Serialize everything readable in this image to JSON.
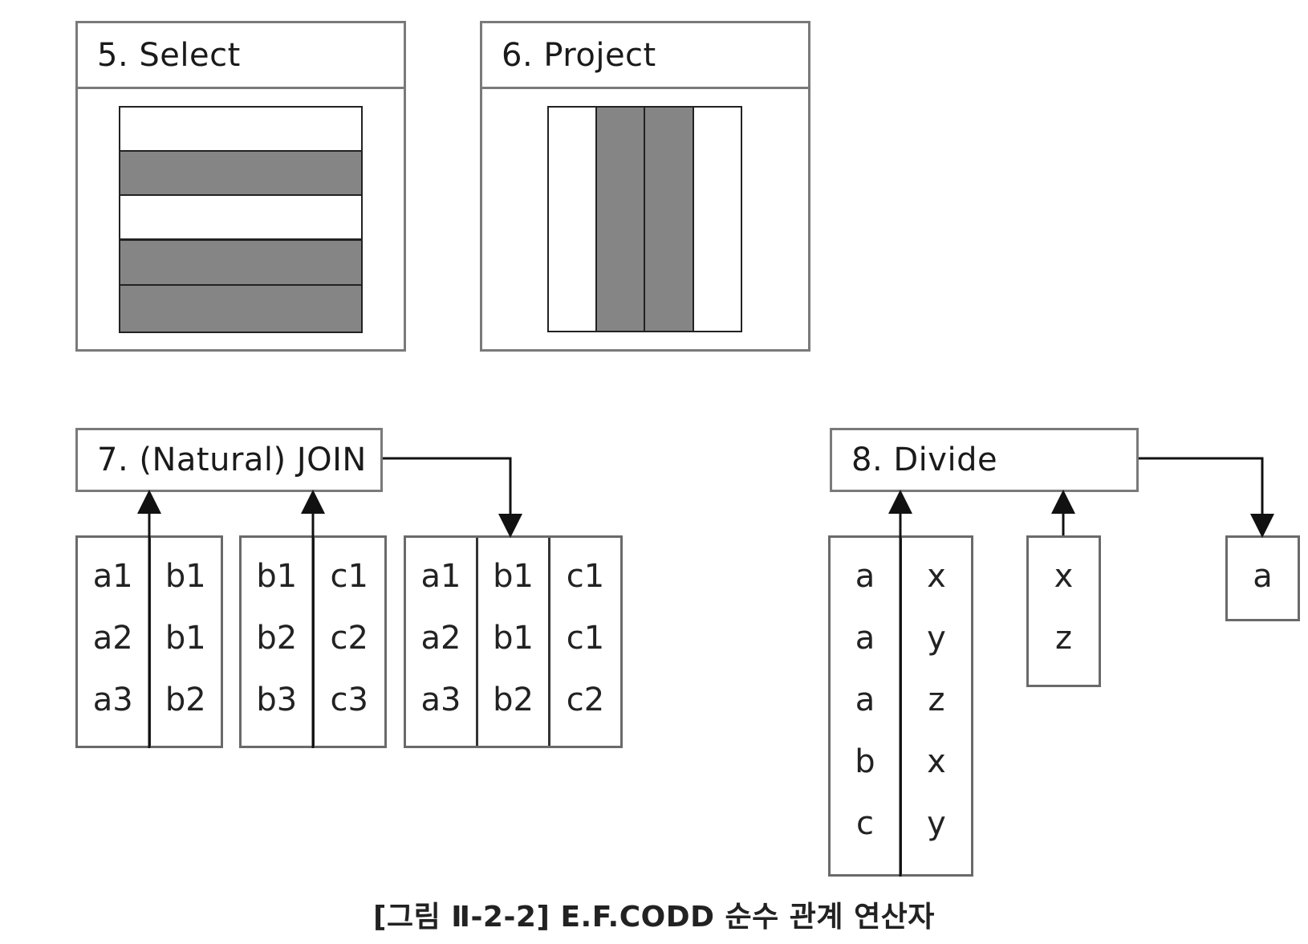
{
  "caption": "[그림 Ⅱ-2-2] E.F.CODD 순수 관계 연산자",
  "select": {
    "title": "5. Select"
  },
  "project": {
    "title": "6. Project"
  },
  "join": {
    "title": "7. (Natural) JOIN",
    "r1": [
      [
        "a1",
        "a2",
        "a3"
      ],
      [
        "b1",
        "b1",
        "b2"
      ]
    ],
    "r2": [
      [
        "b1",
        "b2",
        "b3"
      ],
      [
        "c1",
        "c2",
        "c3"
      ]
    ],
    "result": [
      [
        "a1",
        "a2",
        "a3"
      ],
      [
        "b1",
        "b1",
        "b2"
      ],
      [
        "c1",
        "c1",
        "c2"
      ]
    ]
  },
  "divide": {
    "title": "8. Divide",
    "r1": [
      [
        "a",
        "a",
        "a",
        "b",
        "c"
      ],
      [
        "x",
        "y",
        "z",
        "x",
        "y"
      ]
    ],
    "r2": [
      [
        "x",
        "z"
      ]
    ],
    "result": [
      [
        "a"
      ]
    ]
  },
  "colors": {
    "shade": "#858585",
    "border": "#7a7a7a"
  }
}
